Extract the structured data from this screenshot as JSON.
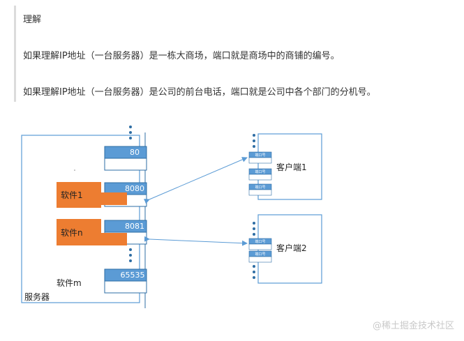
{
  "article": {
    "heading": "理解",
    "para1": "如果理解IP地址（一台服务器）是一栋大商场，端口就是商场中的商铺的编号。",
    "para2": "如果理解IP地址（一台服务器）是公司的前台电话，端口就是公司中各个部门的分机号。"
  },
  "diagram": {
    "server_label": "服务器",
    "ports": [
      "80",
      "8080",
      "8081",
      "65535"
    ],
    "software": [
      "软件1",
      "软件n"
    ],
    "software_plain": "软件m",
    "clients": [
      {
        "label": "客户端1",
        "port_text": "端口号"
      },
      {
        "label": "客户端2",
        "port_text": "端口号"
      }
    ],
    "colors": {
      "port_fill": "#5b9bd5",
      "port_border": "#2e6da4",
      "software_fill": "#ed7d31",
      "frame": "#5b9bd5",
      "dot": "#2e6da4",
      "arrow": "#5b9bd5"
    }
  },
  "watermark": "@稀土掘金技术社区"
}
